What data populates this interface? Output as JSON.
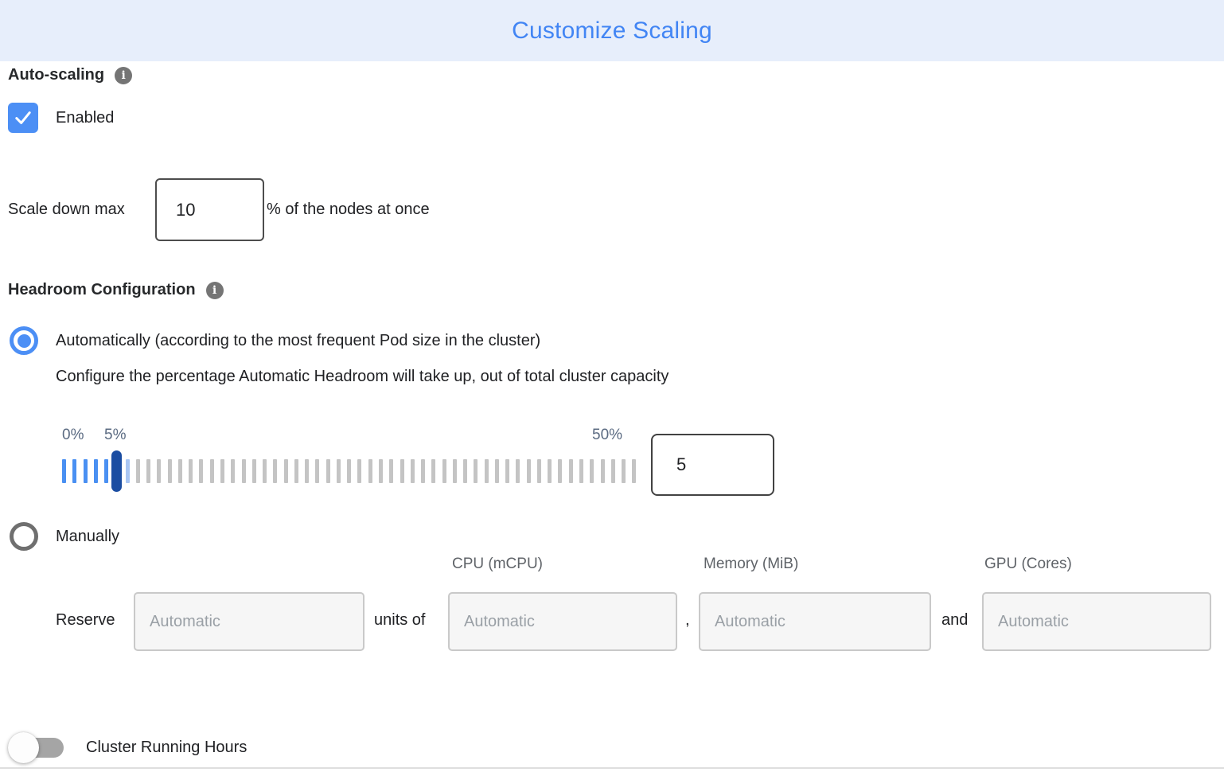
{
  "header": {
    "title": "Customize Scaling"
  },
  "auto_scaling": {
    "label": "Auto-scaling",
    "checkbox_checked": true,
    "enabled_label": "Enabled"
  },
  "scale_down": {
    "prefix": "Scale down max",
    "value": "10",
    "suffix": "% of the nodes at once"
  },
  "headroom": {
    "label": "Headroom Configuration",
    "auto_option_label": "Automatically (according to the most frequent Pod size in the cluster)",
    "auto_option_selected": true,
    "auto_description": "Configure the percentage Automatic Headroom will take up, out of total cluster capacity",
    "slider": {
      "min_label": "0%",
      "current_label": "5%",
      "max_label": "50%",
      "value": "5",
      "tick_count": 55,
      "active_tick_count": 6,
      "faded_tick_index": 6
    },
    "manual_option_label": "Manually",
    "manual_option_selected": false
  },
  "reserve": {
    "label": "Reserve",
    "units_text": "units of",
    "comma_text": ",",
    "and_text": "and",
    "placeholder": "Automatic",
    "columns": [
      "CPU (mCPU)",
      "Memory (MiB)",
      "GPU (Cores)"
    ]
  },
  "cluster_running_hours": {
    "label": "Cluster Running Hours",
    "toggle_on": false
  },
  "icons": {
    "auto_scaling_info": "info-icon",
    "headroom_info": "info-icon",
    "info_glyph": "i",
    "checkbox_check": "check-icon"
  },
  "colors": {
    "accent_blue": "#4285f4",
    "header_background": "#e7eefb",
    "control_blue": "#4c8ff5",
    "tick_blue": "#4a90f2",
    "tick_faded_blue": "#a9c6f3",
    "tick_gray": "#c4c4c4",
    "handle_navy": "#1b4da2",
    "slider_label_gray": "#5b6b82",
    "column_header_gray": "#5f6368",
    "placeholder_gray": "#9aa0a6",
    "toggle_track_gray": "#a5a5a5"
  }
}
